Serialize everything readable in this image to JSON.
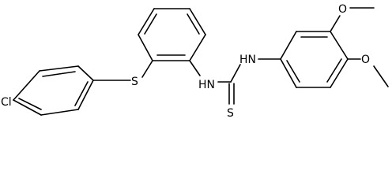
{
  "molecule": {
    "atom_labels": {
      "chlorine": "Cl",
      "sulfur_thioether": "S",
      "amine_left": "HN",
      "amine_right": "HN",
      "sulfur_thione": "S",
      "oxygen_top": "O",
      "oxygen_right": "O"
    },
    "colors": {
      "bond": "#000000",
      "background": "#ffffff"
    }
  }
}
